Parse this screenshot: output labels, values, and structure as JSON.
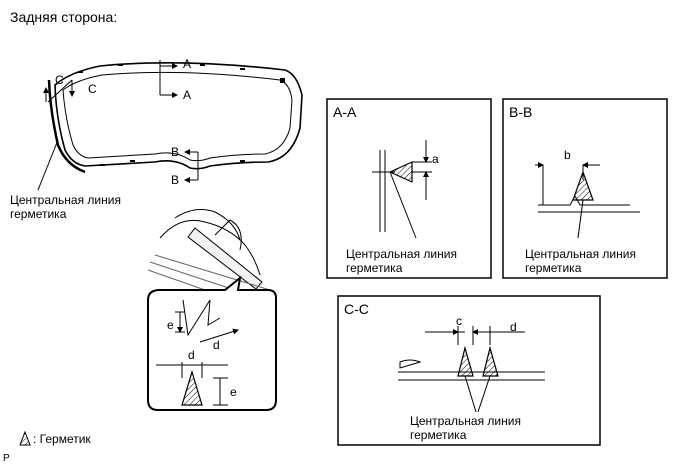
{
  "title": "Задняя сторона:",
  "centerline_label_line1": "Центральная линия",
  "centerline_label_line2": "герметика",
  "sections": {
    "aa": "A-A",
    "bb": "B-B",
    "cc": "C-C"
  },
  "section_letters": {
    "a": "A",
    "b": "B",
    "c": "C"
  },
  "dims": {
    "a": "a",
    "b": "b",
    "c": "c",
    "d": "d",
    "e": "e"
  },
  "legend": {
    "label": ": Герметик"
  },
  "footer_code": "P"
}
